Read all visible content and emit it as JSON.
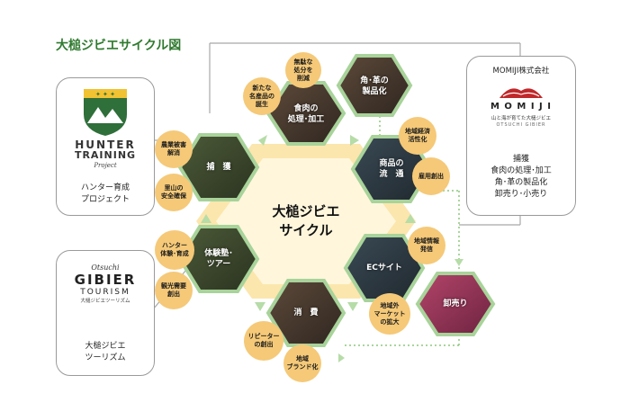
{
  "title": "大槌ジビエサイクル図",
  "center": {
    "line1": "大槌ジビエ",
    "line2": "サイクル"
  },
  "hexes": {
    "capture": "捕　獲",
    "meat_1": "食肉の",
    "meat_2": "処理･加工",
    "leather_1": "角･革の",
    "leather_2": "製品化",
    "distribution_1": "商品の",
    "distribution_2": "流　通",
    "ec": "ECサイト",
    "wholesale": "卸売り",
    "consume": "消　費",
    "tour_1": "体験塾･",
    "tour_2": "ツアー"
  },
  "bubbles": {
    "b1": [
      "無駄な",
      "処分を",
      "削減"
    ],
    "b2": [
      "新たな",
      "名産品の",
      "誕生"
    ],
    "b3": [
      "農業被害",
      "解消"
    ],
    "b4": [
      "里山の",
      "安全確保"
    ],
    "b5": [
      "地域経済",
      "活性化"
    ],
    "b6": [
      "雇用創出"
    ],
    "b7": [
      "地域情報",
      "発信"
    ],
    "b8": [
      "地域外",
      "マーケット",
      "の拡大"
    ],
    "b9": [
      "リピーター",
      "の創出"
    ],
    "b10": [
      "地域",
      "ブランド化"
    ],
    "b11": [
      "ハンター",
      "体験･育成"
    ],
    "b12": [
      "観光需要",
      "創出"
    ]
  },
  "left_top_card": {
    "logo_line1": "HUNTER",
    "logo_line2": "TRAINING",
    "logo_line3": "Project",
    "caption_1": "ハンター育成",
    "caption_2": "プロジェクト"
  },
  "left_bottom_card": {
    "logo_line1": "Otsuchi",
    "logo_line2": "GIBIER",
    "logo_line3": "TOURISM",
    "logo_line4": "大槌ジビエツーリズム",
    "caption_1": "大槌ジビエ",
    "caption_2": "ツーリズム"
  },
  "right_card": {
    "company": "MOMIJI株式会社",
    "logo_text": "M O M I J I",
    "logo_tagline": "山と海が育てた大槌ジビエ",
    "logo_sub": "OTSUCHI GIBIER",
    "items": [
      "捕獲",
      "食肉の処理･加工",
      "角･革の製品化",
      "卸売り･小売り"
    ]
  },
  "colors": {
    "title_green": "#2f7a2f",
    "hex_yellow": "#f7d98b",
    "hex_center": "#fbe6ad",
    "hex_green_border": "#a8d39a",
    "bubble": "#f5c978",
    "arrow": "#b6dca8",
    "dotted": "#8cc97a",
    "momiji_red": "#c0282a"
  }
}
